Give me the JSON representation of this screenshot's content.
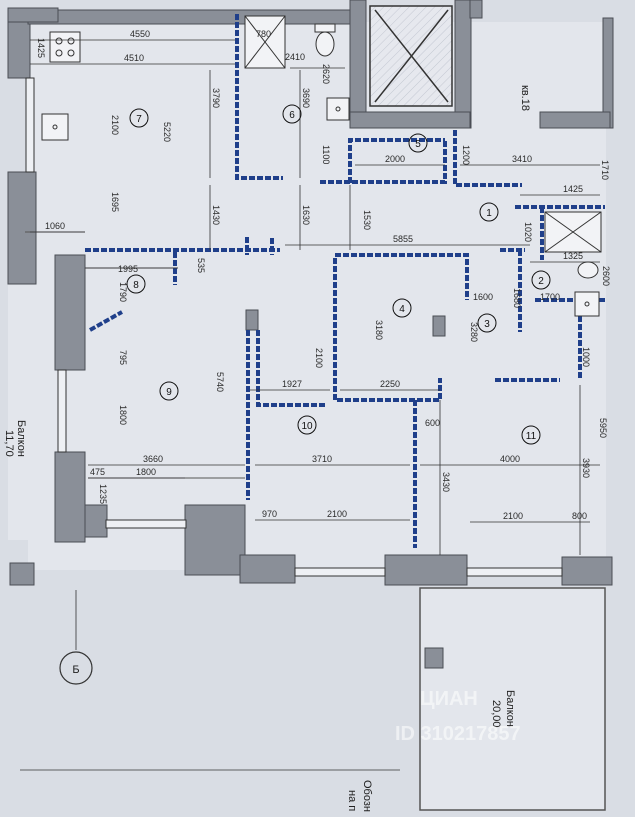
{
  "apartment_label": "кв.18",
  "axis_label": "Б",
  "balcony_left": {
    "name": "Балкон",
    "area": "11,70"
  },
  "balcony_right": {
    "name": "Балкон",
    "area": "20,00"
  },
  "legend_text": [
    "Обозн",
    "на п"
  ],
  "watermark": {
    "logo": "ЦИАН",
    "id": "ID 310217857"
  },
  "colors": {
    "background": "#d9dde4",
    "wall": "#8a8f98",
    "partition": "#1f3f8a",
    "line": "#333333"
  },
  "rooms": [
    "1",
    "2",
    "3",
    "4",
    "5",
    "6",
    "7",
    "8",
    "9",
    "10",
    "11"
  ],
  "dimensions_horizontal": [
    "4550",
    "780",
    "1425",
    "4510",
    "2410",
    "2000",
    "3410",
    "1425",
    "1060",
    "5855",
    "1325",
    "1995",
    "535",
    "1600",
    "1700",
    "1927",
    "2250",
    "600",
    "3660",
    "3710",
    "4000",
    "475",
    "1800",
    "970",
    "2100",
    "2100",
    "800"
  ],
  "dimensions_vertical": [
    "2620",
    "3790",
    "3690",
    "2100",
    "5220",
    "1100",
    "1200",
    "1710",
    "1695",
    "1430",
    "1630",
    "1530",
    "1020",
    "2600",
    "1790",
    "1680",
    "3180",
    "3280",
    "795",
    "2100",
    "5740",
    "1000",
    "1800",
    "5950",
    "1235",
    "3930",
    "3430"
  ]
}
